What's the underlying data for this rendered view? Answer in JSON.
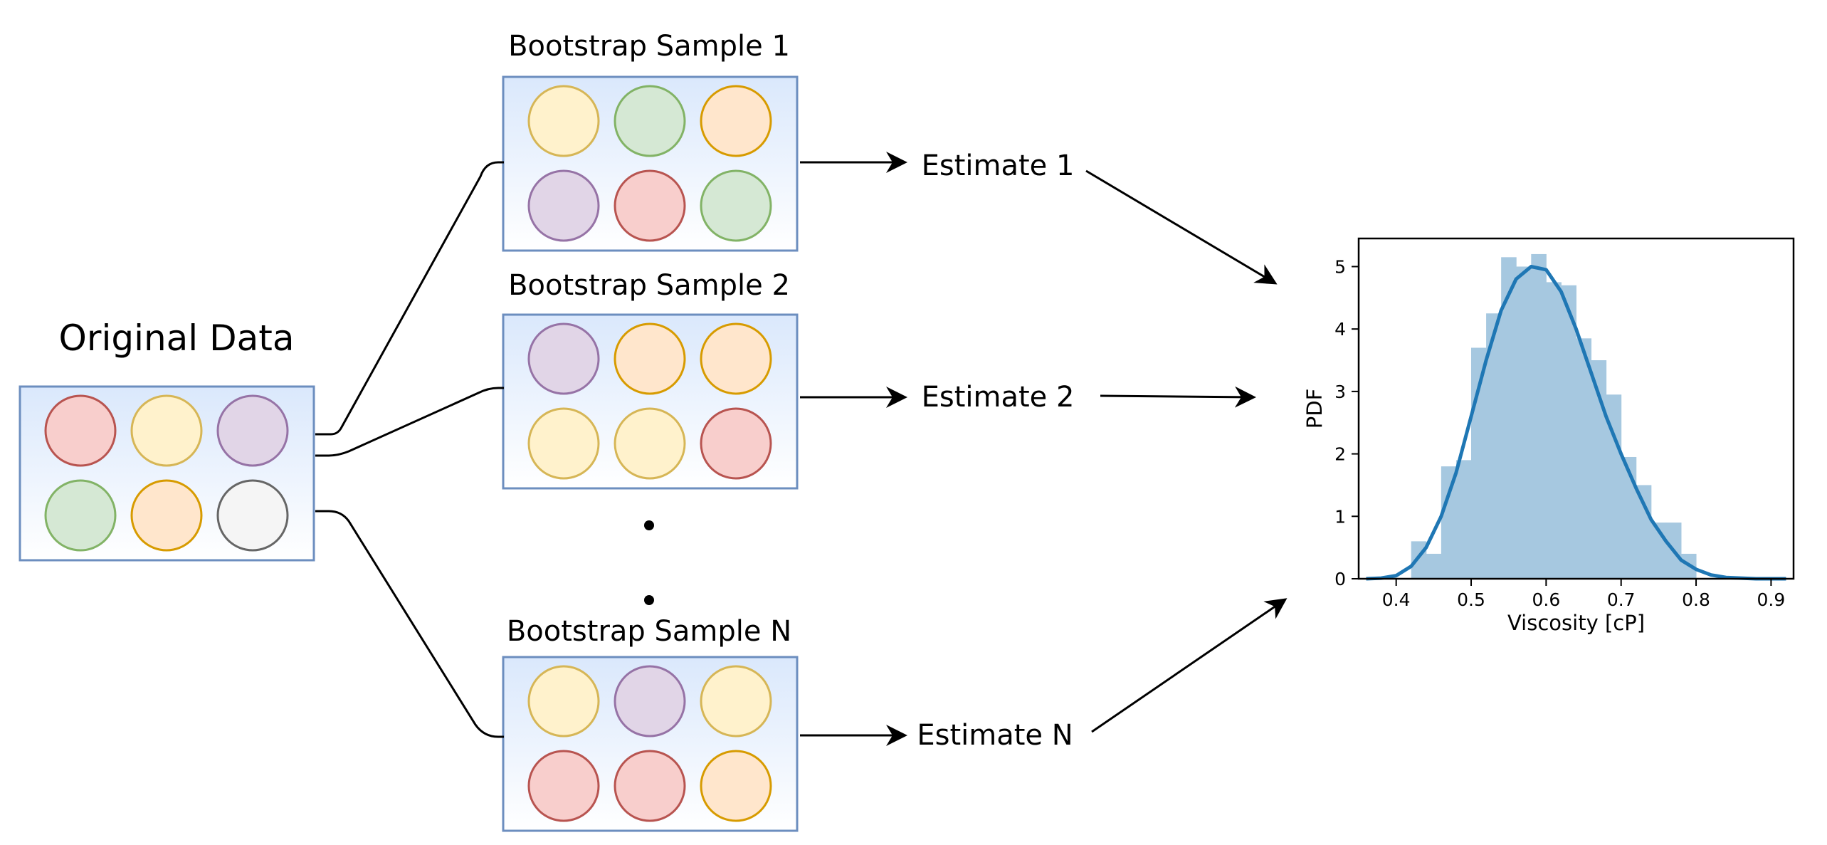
{
  "original": {
    "title": "Original Data",
    "circles": [
      {
        "fill": "#f8cecc",
        "stroke": "#b85450"
      },
      {
        "fill": "#fff2cc",
        "stroke": "#d6b656"
      },
      {
        "fill": "#e1d5e7",
        "stroke": "#9673a6"
      },
      {
        "fill": "#d5e8d4",
        "stroke": "#82b366"
      },
      {
        "fill": "#ffe6cc",
        "stroke": "#d79b00"
      },
      {
        "fill": "#f5f5f5",
        "stroke": "#666666"
      }
    ]
  },
  "samples": [
    {
      "title": "Bootstrap Sample 1",
      "estimate": "Estimate 1",
      "circles": [
        {
          "fill": "#fff2cc",
          "stroke": "#d6b656"
        },
        {
          "fill": "#d5e8d4",
          "stroke": "#82b366"
        },
        {
          "fill": "#ffe6cc",
          "stroke": "#d79b00"
        },
        {
          "fill": "#e1d5e7",
          "stroke": "#9673a6"
        },
        {
          "fill": "#f8cecc",
          "stroke": "#b85450"
        },
        {
          "fill": "#d5e8d4",
          "stroke": "#82b366"
        }
      ]
    },
    {
      "title": "Bootstrap Sample 2",
      "estimate": "Estimate 2",
      "circles": [
        {
          "fill": "#e1d5e7",
          "stroke": "#9673a6"
        },
        {
          "fill": "#ffe6cc",
          "stroke": "#d79b00"
        },
        {
          "fill": "#ffe6cc",
          "stroke": "#d79b00"
        },
        {
          "fill": "#fff2cc",
          "stroke": "#d6b656"
        },
        {
          "fill": "#fff2cc",
          "stroke": "#d6b656"
        },
        {
          "fill": "#f8cecc",
          "stroke": "#b85450"
        }
      ]
    },
    {
      "title": "Bootstrap Sample N",
      "estimate": "Estimate N",
      "circles": [
        {
          "fill": "#fff2cc",
          "stroke": "#d6b656"
        },
        {
          "fill": "#e1d5e7",
          "stroke": "#9673a6"
        },
        {
          "fill": "#fff2cc",
          "stroke": "#d6b656"
        },
        {
          "fill": "#f8cecc",
          "stroke": "#b85450"
        },
        {
          "fill": "#f8cecc",
          "stroke": "#b85450"
        },
        {
          "fill": "#ffe6cc",
          "stroke": "#d79b00"
        }
      ]
    }
  ],
  "colors": {
    "box_stroke": "#6c8ebf",
    "box_top": "#dae8fc",
    "box_bottom": "#ffffff",
    "arrow": "#000000",
    "hist_fill": "#a6c8e0",
    "kde_line": "#1f77b4"
  },
  "chart_data": {
    "type": "bar",
    "title": "",
    "xlabel": "Viscosity [cP]",
    "ylabel": "PDF",
    "xlim": [
      0.35,
      0.93
    ],
    "ylim": [
      0,
      5.45
    ],
    "xticks": [
      0.4,
      0.5,
      0.6,
      0.7,
      0.8,
      0.9
    ],
    "yticks": [
      0,
      1,
      2,
      3,
      4,
      5
    ],
    "histogram": {
      "bin_edges": [
        0.42,
        0.44,
        0.46,
        0.48,
        0.5,
        0.52,
        0.54,
        0.56,
        0.58,
        0.6,
        0.62,
        0.64,
        0.66,
        0.68,
        0.7,
        0.72,
        0.74,
        0.76,
        0.78,
        0.8
      ],
      "values": [
        0.6,
        0.4,
        1.8,
        1.9,
        3.7,
        4.25,
        5.15,
        5.0,
        5.2,
        4.75,
        4.7,
        3.85,
        3.5,
        2.95,
        1.95,
        1.5,
        0.9,
        0.9,
        0.4
      ]
    },
    "kde": {
      "x": [
        0.36,
        0.38,
        0.4,
        0.42,
        0.44,
        0.46,
        0.48,
        0.5,
        0.52,
        0.54,
        0.56,
        0.58,
        0.6,
        0.62,
        0.64,
        0.66,
        0.68,
        0.7,
        0.72,
        0.74,
        0.76,
        0.78,
        0.8,
        0.82,
        0.84,
        0.86,
        0.88,
        0.9,
        0.92
      ],
      "y": [
        0.0,
        0.01,
        0.05,
        0.2,
        0.5,
        1.0,
        1.7,
        2.6,
        3.5,
        4.3,
        4.8,
        5.0,
        4.95,
        4.6,
        4.0,
        3.3,
        2.6,
        2.0,
        1.45,
        0.95,
        0.6,
        0.3,
        0.15,
        0.06,
        0.02,
        0.01,
        0.0,
        0.0,
        0.0
      ]
    }
  }
}
